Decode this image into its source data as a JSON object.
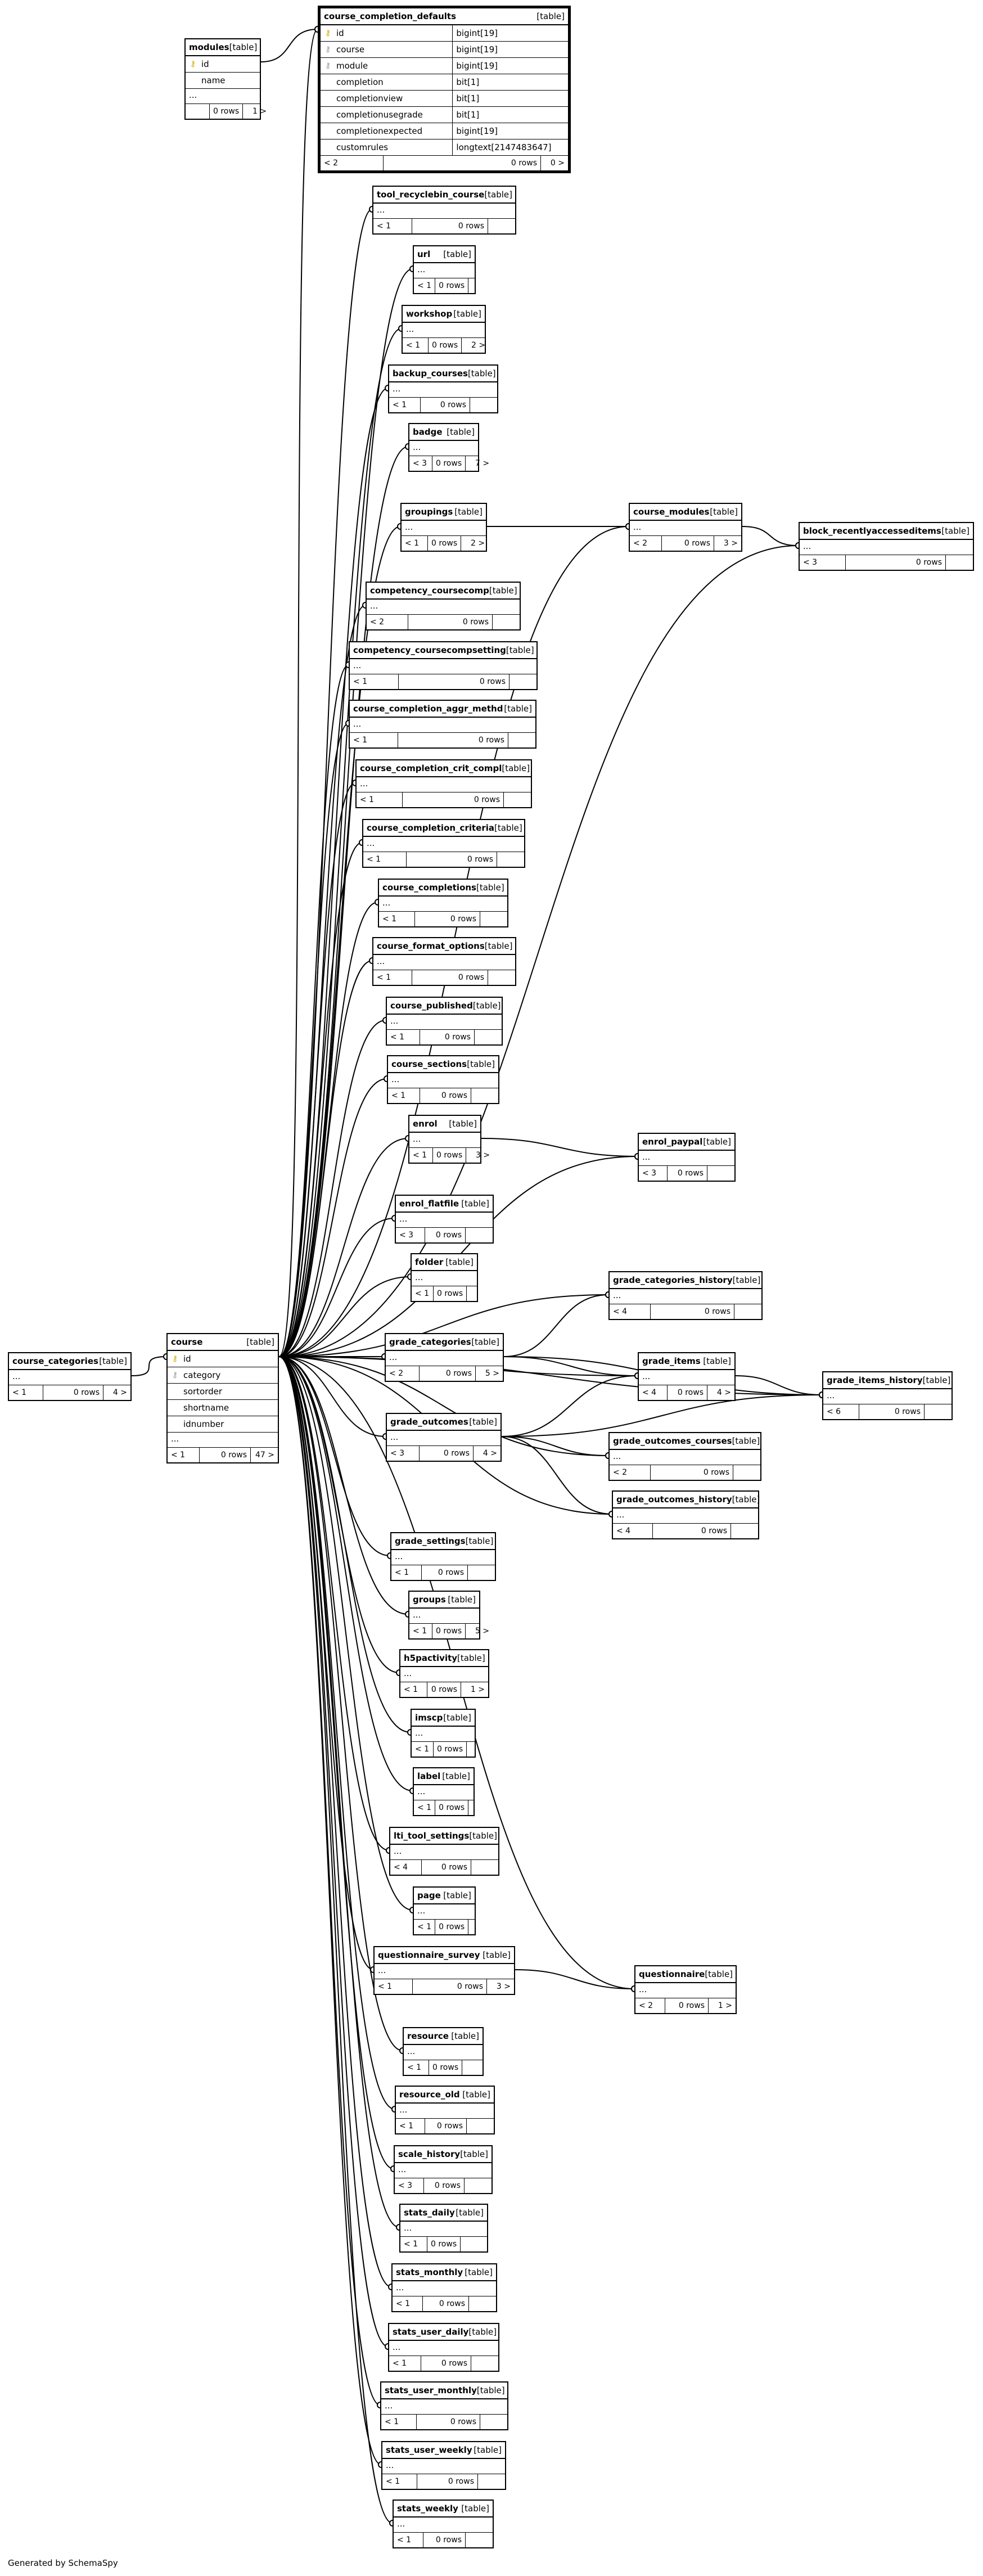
{
  "footer": "Generated by SchemaSpy",
  "tables": {
    "course_completion_defaults": {
      "name": "course_completion_defaults",
      "kind": "[table]",
      "columns": [
        {
          "name": "id",
          "type": "bigint[19]",
          "key": "pk"
        },
        {
          "name": "course",
          "type": "bigint[19]",
          "key": "fk"
        },
        {
          "name": "module",
          "type": "bigint[19]",
          "key": "fk"
        },
        {
          "name": "completion",
          "type": "bit[1]"
        },
        {
          "name": "completionview",
          "type": "bit[1]"
        },
        {
          "name": "completionusegrade",
          "type": "bit[1]"
        },
        {
          "name": "completionexpected",
          "type": "bigint[19]"
        },
        {
          "name": "customrules",
          "type": "longtext[2147483647]"
        }
      ],
      "footer": {
        "parents": "< 2",
        "rows": "0 rows",
        "children": "0 >"
      }
    },
    "modules": {
      "name": "modules",
      "kind": "[table]",
      "columns": [
        {
          "name": "id",
          "type": "",
          "key": "pk"
        },
        {
          "name": "name",
          "type": ""
        }
      ],
      "ellipsis": "...",
      "footer": {
        "parents": "",
        "rows": "0 rows",
        "children": "1 >"
      }
    },
    "course_categories": {
      "name": "course_categories",
      "kind": "[table]",
      "ellipsis": "...",
      "footer": {
        "parents": "< 1",
        "rows": "0 rows",
        "children": "4 >"
      }
    },
    "course": {
      "name": "course",
      "kind": "[table]",
      "columns": [
        {
          "name": "id",
          "type": "",
          "key": "pk"
        },
        {
          "name": "category",
          "type": "",
          "key": "fk"
        },
        {
          "name": "sortorder",
          "type": ""
        },
        {
          "name": "shortname",
          "type": ""
        },
        {
          "name": "idnumber",
          "type": ""
        }
      ],
      "ellipsis": "...",
      "footer": {
        "parents": "< 1",
        "rows": "0 rows",
        "children": "47 >"
      }
    },
    "tool_recyclebin_course": {
      "name": "tool_recyclebin_course",
      "kind": "[table]",
      "ellipsis": "...",
      "footer": {
        "parents": "< 1",
        "rows": "0 rows",
        "children": ""
      }
    },
    "url": {
      "name": "url",
      "kind": "[table]",
      "ellipsis": "...",
      "footer": {
        "parents": "< 1",
        "rows": "0 rows",
        "children": ""
      }
    },
    "workshop": {
      "name": "workshop",
      "kind": "[table]",
      "ellipsis": "...",
      "footer": {
        "parents": "< 1",
        "rows": "0 rows",
        "children": "2 >"
      }
    },
    "backup_courses": {
      "name": "backup_courses",
      "kind": "[table]",
      "ellipsis": "...",
      "footer": {
        "parents": "< 1",
        "rows": "0 rows",
        "children": ""
      }
    },
    "badge": {
      "name": "badge",
      "kind": "[table]",
      "ellipsis": "...",
      "footer": {
        "parents": "< 3",
        "rows": "0 rows",
        "children": "7 >"
      }
    },
    "groupings": {
      "name": "groupings",
      "kind": "[table]",
      "ellipsis": "...",
      "footer": {
        "parents": "< 1",
        "rows": "0 rows",
        "children": "2 >"
      }
    },
    "course_modules": {
      "name": "course_modules",
      "kind": "[table]",
      "ellipsis": "...",
      "footer": {
        "parents": "< 2",
        "rows": "0 rows",
        "children": "3 >"
      }
    },
    "block_recentlyaccesseditems": {
      "name": "block_recentlyaccesseditems",
      "kind": "[table]",
      "ellipsis": "...",
      "footer": {
        "parents": "< 3",
        "rows": "0 rows",
        "children": ""
      }
    },
    "competency_coursecomp": {
      "name": "competency_coursecomp",
      "kind": "[table]",
      "ellipsis": "...",
      "footer": {
        "parents": "< 2",
        "rows": "0 rows",
        "children": ""
      }
    },
    "competency_coursecompsetting": {
      "name": "competency_coursecompsetting",
      "kind": "[table]",
      "ellipsis": "...",
      "footer": {
        "parents": "< 1",
        "rows": "0 rows",
        "children": ""
      }
    },
    "course_completion_aggr_methd": {
      "name": "course_completion_aggr_methd",
      "kind": "[table]",
      "ellipsis": "...",
      "footer": {
        "parents": "< 1",
        "rows": "0 rows",
        "children": ""
      }
    },
    "course_completion_crit_compl": {
      "name": "course_completion_crit_compl",
      "kind": "[table]",
      "ellipsis": "...",
      "footer": {
        "parents": "< 1",
        "rows": "0 rows",
        "children": ""
      }
    },
    "course_completion_criteria": {
      "name": "course_completion_criteria",
      "kind": "[table]",
      "ellipsis": "...",
      "footer": {
        "parents": "< 1",
        "rows": "0 rows",
        "children": ""
      }
    },
    "course_completions": {
      "name": "course_completions",
      "kind": "[table]",
      "ellipsis": "...",
      "footer": {
        "parents": "< 1",
        "rows": "0 rows",
        "children": ""
      }
    },
    "course_format_options": {
      "name": "course_format_options",
      "kind": "[table]",
      "ellipsis": "...",
      "footer": {
        "parents": "< 1",
        "rows": "0 rows",
        "children": ""
      }
    },
    "course_published": {
      "name": "course_published",
      "kind": "[table]",
      "ellipsis": "...",
      "footer": {
        "parents": "< 1",
        "rows": "0 rows",
        "children": ""
      }
    },
    "course_sections": {
      "name": "course_sections",
      "kind": "[table]",
      "ellipsis": "...",
      "footer": {
        "parents": "< 1",
        "rows": "0 rows",
        "children": ""
      }
    },
    "enrol": {
      "name": "enrol",
      "kind": "[table]",
      "ellipsis": "...",
      "footer": {
        "parents": "< 1",
        "rows": "0 rows",
        "children": "3 >"
      }
    },
    "enrol_paypal": {
      "name": "enrol_paypal",
      "kind": "[table]",
      "ellipsis": "...",
      "footer": {
        "parents": "< 3",
        "rows": "0 rows",
        "children": ""
      }
    },
    "enrol_flatfile": {
      "name": "enrol_flatfile",
      "kind": "[table]",
      "ellipsis": "...",
      "footer": {
        "parents": "< 3",
        "rows": "0 rows",
        "children": ""
      }
    },
    "folder": {
      "name": "folder",
      "kind": "[table]",
      "ellipsis": "...",
      "footer": {
        "parents": "< 1",
        "rows": "0 rows",
        "children": ""
      }
    },
    "grade_categories_history": {
      "name": "grade_categories_history",
      "kind": "[table]",
      "ellipsis": "...",
      "footer": {
        "parents": "< 4",
        "rows": "0 rows",
        "children": ""
      }
    },
    "grade_categories": {
      "name": "grade_categories",
      "kind": "[table]",
      "ellipsis": "...",
      "footer": {
        "parents": "< 2",
        "rows": "0 rows",
        "children": "5 >"
      }
    },
    "grade_items": {
      "name": "grade_items",
      "kind": "[table]",
      "ellipsis": "...",
      "footer": {
        "parents": "< 4",
        "rows": "0 rows",
        "children": "4 >"
      }
    },
    "grade_items_history": {
      "name": "grade_items_history",
      "kind": "[table]",
      "ellipsis": "...",
      "footer": {
        "parents": "< 6",
        "rows": "0 rows",
        "children": ""
      }
    },
    "grade_outcomes": {
      "name": "grade_outcomes",
      "kind": "[table]",
      "ellipsis": "...",
      "footer": {
        "parents": "< 3",
        "rows": "0 rows",
        "children": "4 >"
      }
    },
    "grade_outcomes_courses": {
      "name": "grade_outcomes_courses",
      "kind": "[table]",
      "ellipsis": "...",
      "footer": {
        "parents": "< 2",
        "rows": "0 rows",
        "children": ""
      }
    },
    "grade_outcomes_history": {
      "name": "grade_outcomes_history",
      "kind": "[table]",
      "ellipsis": "...",
      "footer": {
        "parents": "< 4",
        "rows": "0 rows",
        "children": ""
      }
    },
    "grade_settings": {
      "name": "grade_settings",
      "kind": "[table]",
      "ellipsis": "...",
      "footer": {
        "parents": "< 1",
        "rows": "0 rows",
        "children": ""
      }
    },
    "groups": {
      "name": "groups",
      "kind": "[table]",
      "ellipsis": "...",
      "footer": {
        "parents": "< 1",
        "rows": "0 rows",
        "children": "5 >"
      }
    },
    "h5pactivity": {
      "name": "h5pactivity",
      "kind": "[table]",
      "ellipsis": "...",
      "footer": {
        "parents": "< 1",
        "rows": "0 rows",
        "children": "1 >"
      }
    },
    "imscp": {
      "name": "imscp",
      "kind": "[table]",
      "ellipsis": "...",
      "footer": {
        "parents": "< 1",
        "rows": "0 rows",
        "children": ""
      }
    },
    "label": {
      "name": "label",
      "kind": "[table]",
      "ellipsis": "...",
      "footer": {
        "parents": "< 1",
        "rows": "0 rows",
        "children": ""
      }
    },
    "lti_tool_settings": {
      "name": "lti_tool_settings",
      "kind": "[table]",
      "ellipsis": "...",
      "footer": {
        "parents": "< 4",
        "rows": "0 rows",
        "children": ""
      }
    },
    "page": {
      "name": "page",
      "kind": "[table]",
      "ellipsis": "...",
      "footer": {
        "parents": "< 1",
        "rows": "0 rows",
        "children": ""
      }
    },
    "questionnaire_survey": {
      "name": "questionnaire_survey",
      "kind": "[table]",
      "ellipsis": "...",
      "footer": {
        "parents": "< 1",
        "rows": "0 rows",
        "children": "3 >"
      }
    },
    "questionnaire": {
      "name": "questionnaire",
      "kind": "[table]",
      "ellipsis": "...",
      "footer": {
        "parents": "< 2",
        "rows": "0 rows",
        "children": "1 >"
      }
    },
    "resource": {
      "name": "resource",
      "kind": "[table]",
      "ellipsis": "...",
      "footer": {
        "parents": "< 1",
        "rows": "0 rows",
        "children": ""
      }
    },
    "resource_old": {
      "name": "resource_old",
      "kind": "[table]",
      "ellipsis": "...",
      "footer": {
        "parents": "< 1",
        "rows": "0 rows",
        "children": ""
      }
    },
    "scale_history": {
      "name": "scale_history",
      "kind": "[table]",
      "ellipsis": "...",
      "footer": {
        "parents": "< 3",
        "rows": "0 rows",
        "children": ""
      }
    },
    "stats_daily": {
      "name": "stats_daily",
      "kind": "[table]",
      "ellipsis": "...",
      "footer": {
        "parents": "< 1",
        "rows": "0 rows",
        "children": ""
      }
    },
    "stats_monthly": {
      "name": "stats_monthly",
      "kind": "[table]",
      "ellipsis": "...",
      "footer": {
        "parents": "< 1",
        "rows": "0 rows",
        "children": ""
      }
    },
    "stats_user_daily": {
      "name": "stats_user_daily",
      "kind": "[table]",
      "ellipsis": "...",
      "footer": {
        "parents": "< 1",
        "rows": "0 rows",
        "children": ""
      }
    },
    "stats_user_monthly": {
      "name": "stats_user_monthly",
      "kind": "[table]",
      "ellipsis": "...",
      "footer": {
        "parents": "< 1",
        "rows": "0 rows",
        "children": ""
      }
    },
    "stats_user_weekly": {
      "name": "stats_user_weekly",
      "kind": "[table]",
      "ellipsis": "...",
      "footer": {
        "parents": "< 1",
        "rows": "0 rows",
        "children": ""
      }
    },
    "stats_weekly": {
      "name": "stats_weekly",
      "kind": "[table]",
      "ellipsis": "...",
      "footer": {
        "parents": "< 1",
        "rows": "0 rows",
        "children": ""
      }
    }
  },
  "relations": [
    [
      "course_completion_defaults",
      "course"
    ],
    [
      "course_completion_defaults",
      "modules"
    ],
    [
      "course",
      "course_categories"
    ],
    [
      "tool_recyclebin_course",
      "course"
    ],
    [
      "url",
      "course"
    ],
    [
      "workshop",
      "course"
    ],
    [
      "backup_courses",
      "course"
    ],
    [
      "badge",
      "course"
    ],
    [
      "groupings",
      "course"
    ],
    [
      "course_modules",
      "course"
    ],
    [
      "course_modules",
      "groupings"
    ],
    [
      "block_recentlyaccesseditems",
      "course"
    ],
    [
      "block_recentlyaccesseditems",
      "course_modules"
    ],
    [
      "competency_coursecomp",
      "course"
    ],
    [
      "competency_coursecompsetting",
      "course"
    ],
    [
      "course_completion_aggr_methd",
      "course"
    ],
    [
      "course_completion_crit_compl",
      "course"
    ],
    [
      "course_completion_criteria",
      "course"
    ],
    [
      "course_completions",
      "course"
    ],
    [
      "course_format_options",
      "course"
    ],
    [
      "course_published",
      "course"
    ],
    [
      "course_sections",
      "course"
    ],
    [
      "enrol",
      "course"
    ],
    [
      "enrol_paypal",
      "course"
    ],
    [
      "enrol_paypal",
      "enrol"
    ],
    [
      "enrol_flatfile",
      "course"
    ],
    [
      "folder",
      "course"
    ],
    [
      "grade_categories_history",
      "course"
    ],
    [
      "grade_categories_history",
      "grade_categories"
    ],
    [
      "grade_categories",
      "course"
    ],
    [
      "grade_items",
      "course"
    ],
    [
      "grade_items",
      "grade_categories"
    ],
    [
      "grade_items",
      "grade_outcomes"
    ],
    [
      "grade_items_history",
      "course"
    ],
    [
      "grade_items_history",
      "grade_categories"
    ],
    [
      "grade_items_history",
      "grade_items"
    ],
    [
      "grade_items_history",
      "grade_outcomes"
    ],
    [
      "grade_outcomes",
      "course"
    ],
    [
      "grade_outcomes_courses",
      "course"
    ],
    [
      "grade_outcomes_courses",
      "grade_outcomes"
    ],
    [
      "grade_outcomes_history",
      "course"
    ],
    [
      "grade_outcomes_history",
      "grade_outcomes"
    ],
    [
      "grade_settings",
      "course"
    ],
    [
      "groups",
      "course"
    ],
    [
      "h5pactivity",
      "course"
    ],
    [
      "imscp",
      "course"
    ],
    [
      "label",
      "course"
    ],
    [
      "lti_tool_settings",
      "course"
    ],
    [
      "page",
      "course"
    ],
    [
      "questionnaire_survey",
      "course"
    ],
    [
      "questionnaire",
      "course"
    ],
    [
      "questionnaire",
      "questionnaire_survey"
    ],
    [
      "resource",
      "course"
    ],
    [
      "resource_old",
      "course"
    ],
    [
      "scale_history",
      "course"
    ],
    [
      "stats_daily",
      "course"
    ],
    [
      "stats_monthly",
      "course"
    ],
    [
      "stats_user_daily",
      "course"
    ],
    [
      "stats_user_monthly",
      "course"
    ],
    [
      "stats_user_weekly",
      "course"
    ],
    [
      "stats_weekly",
      "course"
    ]
  ]
}
